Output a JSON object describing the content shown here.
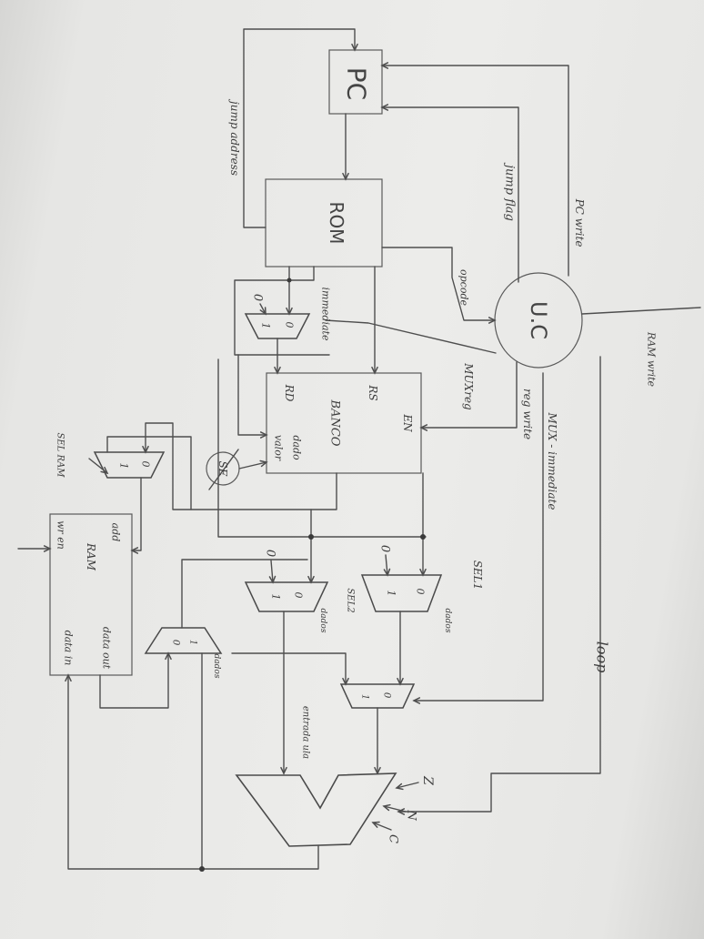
{
  "blocks": {
    "pc": "PC",
    "rom": "ROM",
    "control_unit": "U.C",
    "register_bank": {
      "title": "BANCO",
      "rs": "RS",
      "rd": "RD",
      "en": "EN",
      "data": "dado",
      "value": "valor"
    },
    "sign_extend": "SE",
    "ram": {
      "title": "RAM",
      "add": "add",
      "data_out": "data out",
      "data_in": "data in",
      "wr_en": "wr en"
    }
  },
  "signals": {
    "jump_address": "jump address",
    "jump_flag": "jump flag",
    "pc_write": "PC write",
    "opcode": "opcode",
    "immediate": "immediate",
    "mux_reg": "MUXreg",
    "reg_write": "reg write",
    "mux_immediate": "MUX - immediate",
    "ram_write": "RAM write",
    "loop": "loop",
    "sel_ram": "SEL RAM",
    "sel1": "SEL1",
    "sel2": "SEL2",
    "alu_input": "entrada ula",
    "data_label": "dados"
  },
  "mux": {
    "in0": "0",
    "in1": "1",
    "const_zero": "0"
  },
  "flags": {
    "z": "Z",
    "n": "N",
    "c": "C"
  },
  "colors": {
    "paper": "#ececea",
    "ink": "#4e4e4e"
  }
}
